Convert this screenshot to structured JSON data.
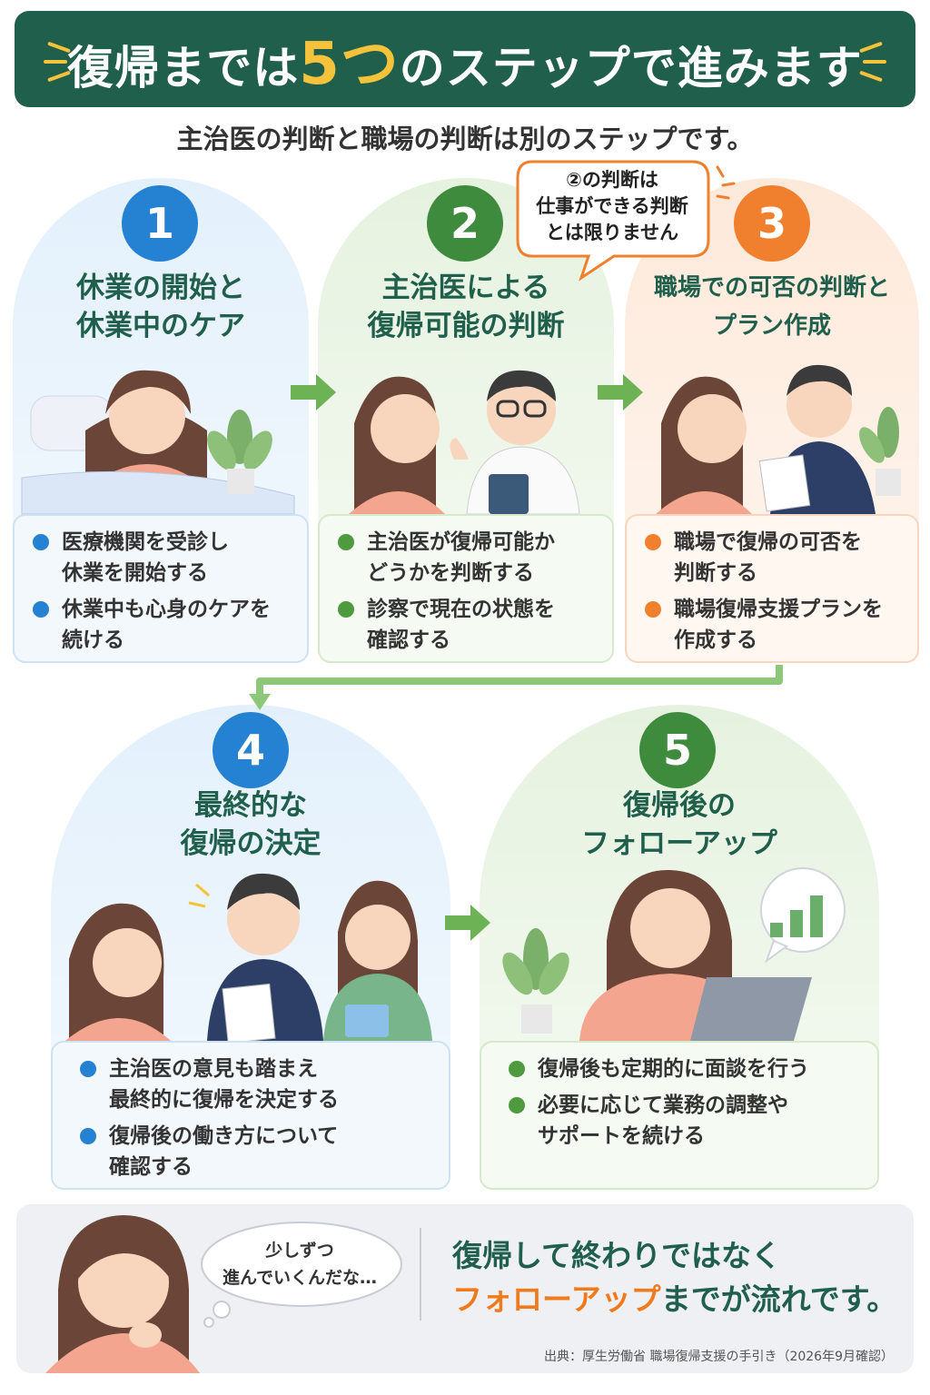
{
  "header": {
    "title_before": "復帰までは",
    "title_number": "5つ",
    "title_after": "のステップで進みます"
  },
  "subtitle": "主治医の判断と職場の判断は別のステップです。",
  "callout": "②の判断は\n仕事ができる判断\nとは限りません",
  "steps": [
    {
      "number": "1",
      "title": "休業の開始と\n休業中のケア",
      "bullets": [
        "医療機関を受診し\n休業を開始する",
        "休業中も心身のケアを\n続ける"
      ]
    },
    {
      "number": "2",
      "title": "主治医による\n復帰可能の判断",
      "bullets": [
        "主治医が復帰可能か\nどうかを判断する",
        "診察で現在の状態を\n確認する"
      ]
    },
    {
      "number": "3",
      "title": "職場での可否の判断と\nプラン作成",
      "bullets": [
        "職場で復帰の可否を\n判断する",
        "職場復帰支援プランを\n作成する"
      ]
    },
    {
      "number": "4",
      "title": "最終的な\n復帰の決定",
      "bullets": [
        "主治医の意見も踏まえ\n最終的に復帰を決定する",
        "復帰後の働き方について\n確認する"
      ]
    },
    {
      "number": "5",
      "title": "復帰後の\nフォローアップ",
      "bullets": [
        "復帰後も定期的に面談を行う",
        "必要に応じて業務の調整や\nサポートを続ける"
      ]
    }
  ],
  "footer": {
    "thought": "少しずつ\n進んでいくんだな…",
    "message_line1": "復帰して終わりではなく",
    "message_highlight": "フォローアップ",
    "message_rest": "までが流れです。",
    "source": "出典：厚生労働省 職場復帰支援の手引き（2026年9月確認）"
  },
  "colors": {
    "header_bg": "#1f5f4c",
    "accent_yellow": "#f5c33b",
    "step_blue": "#2581d2",
    "step_green": "#3e8b3e",
    "step_orange": "#f0802d",
    "highlight_orange": "#f07a1c"
  }
}
